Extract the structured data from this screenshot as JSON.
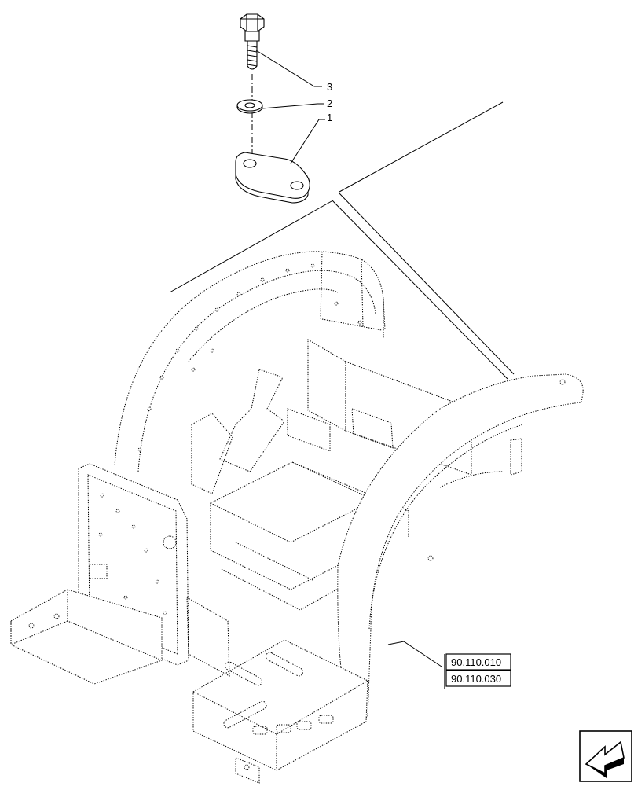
{
  "callouts": {
    "item_3": "3",
    "item_2": "2",
    "item_1": "1"
  },
  "references": {
    "ref_top": "90.110.010",
    "ref_bottom": "90.110.030"
  },
  "icons": {
    "nav_arrow": "arrow-icon"
  },
  "colors": {
    "ink": "#000000",
    "paper": "#ffffff"
  }
}
